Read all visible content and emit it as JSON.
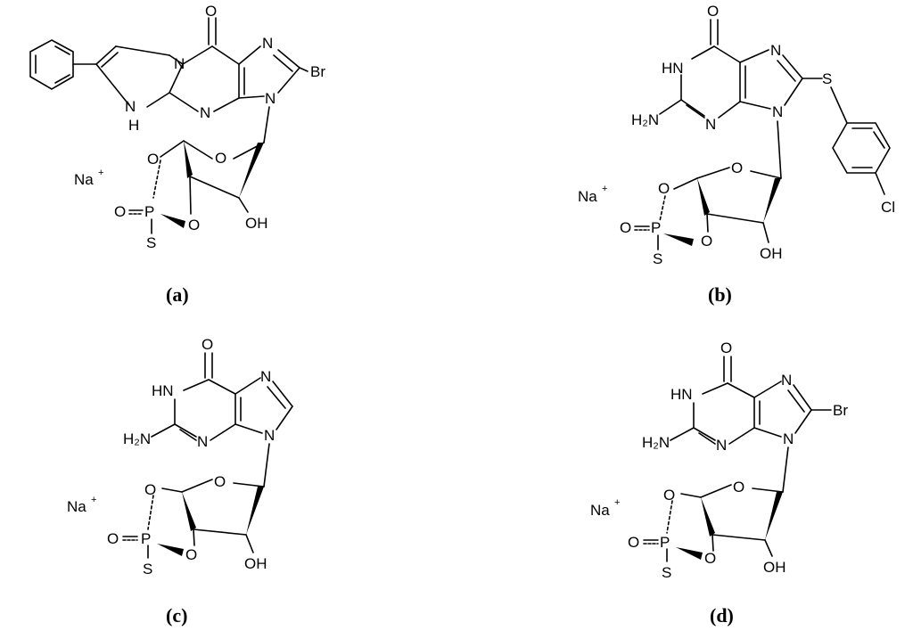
{
  "figure": {
    "panels": [
      {
        "caption": "(a)",
        "labels": {
          "o_top": "O",
          "n_ring": "N",
          "n_imid": "N",
          "br": "Br",
          "nh": "N",
          "h": "H",
          "n_bot": "N",
          "n9": "N",
          "o_ribose": "O",
          "o5": "O",
          "o3": "O",
          "oh": "OH",
          "p": "P",
          "o_p": "O",
          "s": "S",
          "na": "Na",
          "plus": "+"
        }
      },
      {
        "caption": "(b)",
        "labels": {
          "o_top": "O",
          "hn": "HN",
          "n7": "N",
          "s_link": "S",
          "h2n": "H₂N",
          "n3": "N",
          "n9": "N",
          "cl": "Cl",
          "o_ribose": "O",
          "o5": "O",
          "o3": "O",
          "oh": "OH",
          "p": "P",
          "o_p": "O",
          "s": "S",
          "na": "Na",
          "plus": "+"
        }
      },
      {
        "caption": "(c)",
        "labels": {
          "o_top": "O",
          "hn": "HN",
          "n7": "N",
          "h2n": "H₂N",
          "n3": "N",
          "n9": "N",
          "o_ribose": "O",
          "o5": "O",
          "o3": "O",
          "oh": "OH",
          "p": "P",
          "o_p": "O",
          "s": "S",
          "na": "Na",
          "plus": "+"
        }
      },
      {
        "caption": "(d)",
        "labels": {
          "o_top": "O",
          "hn": "HN",
          "n7": "N",
          "br": "Br",
          "h2n": "H₂N",
          "n3": "N",
          "n9": "N",
          "o_ribose": "O",
          "o5": "O",
          "o3": "O",
          "oh": "OH",
          "p": "P",
          "o_p": "O",
          "s": "S",
          "na": "Na",
          "plus": "+"
        }
      }
    ],
    "colors": {
      "ink": "#000000",
      "background": "#ffffff"
    }
  }
}
